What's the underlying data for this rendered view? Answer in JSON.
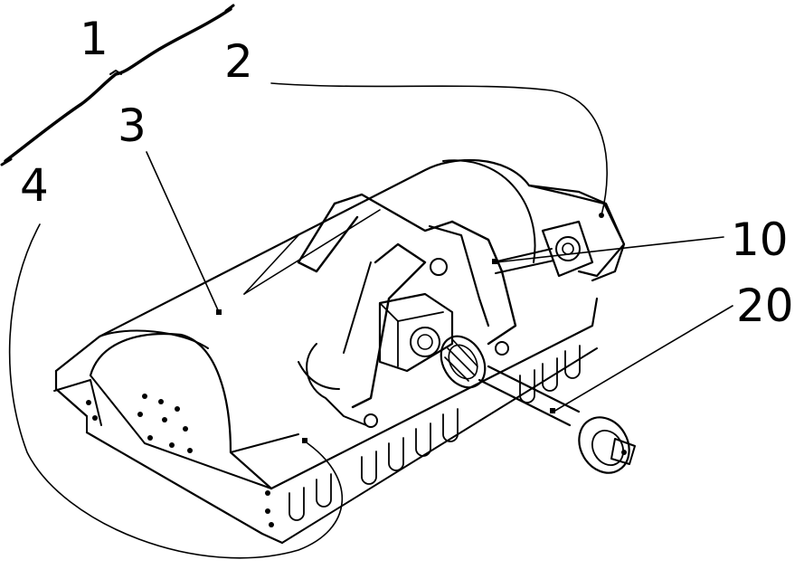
{
  "figure": {
    "callouts": [
      {
        "id": "1",
        "label": "1"
      },
      {
        "id": "2",
        "label": "2"
      },
      {
        "id": "3",
        "label": "3"
      },
      {
        "id": "4",
        "label": "4"
      },
      {
        "id": "10",
        "label": "10"
      },
      {
        "id": "20",
        "label": "20"
      }
    ],
    "colors": {
      "ink": "#000000",
      "background": "#ffffff"
    }
  }
}
